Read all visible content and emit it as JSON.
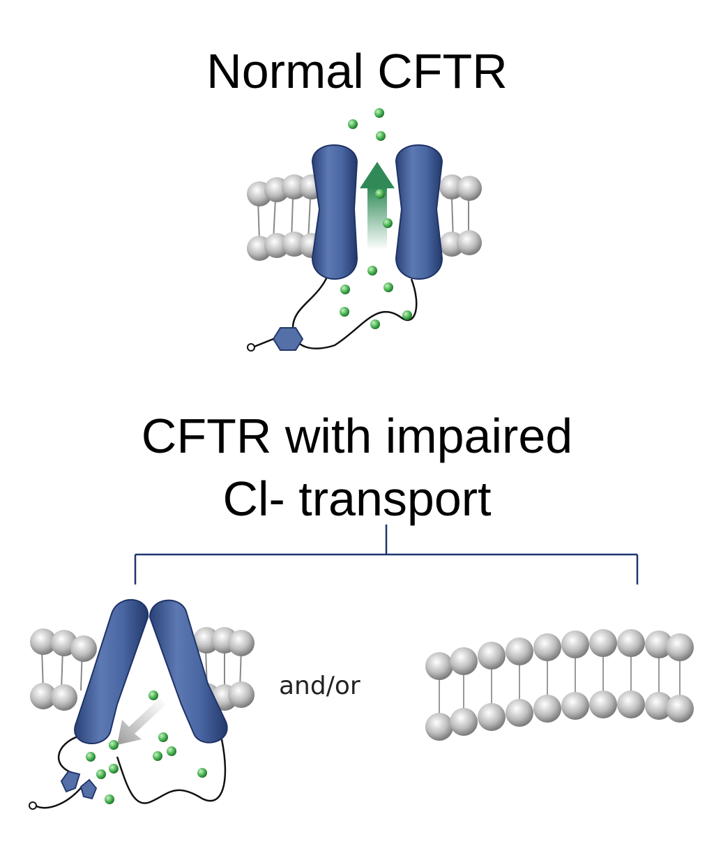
{
  "titles": {
    "normal": "Normal CFTR",
    "impaired_line1": "CFTR with impaired",
    "impaired_line2": "Cl- transport"
  },
  "connector_label": "and/or",
  "colors": {
    "protein": "#3d5b95",
    "protein_dark": "#2a4278",
    "lipid": "#a9a9a9",
    "ion": "#3fa84a",
    "arrow": "#2f8a57",
    "bracket": "#1e3570"
  }
}
